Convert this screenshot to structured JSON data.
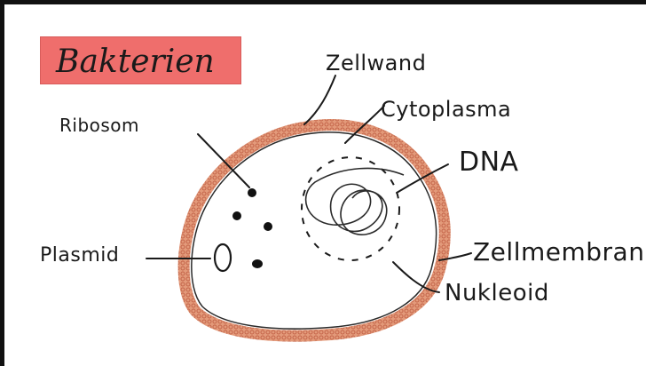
{
  "title": "Bakterien",
  "labels": {
    "zellwand": "Zellwand",
    "cytoplasma": "Cytoplasma",
    "ribosom": "Ribosom",
    "dna": "DNA",
    "zellmembran": "Zellmembran",
    "plasmid": "Plasmid",
    "nukleoid": "Nukleoid"
  },
  "colors": {
    "title_background": "#ef6e6c",
    "cell_wall": "#d9805c",
    "ink": "#1a1a1a"
  }
}
